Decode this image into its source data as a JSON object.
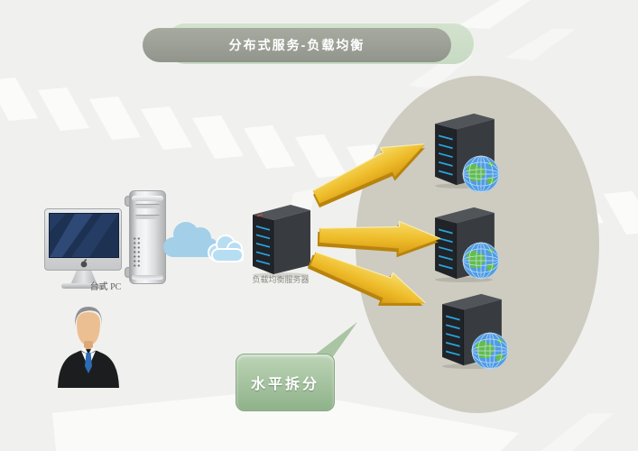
{
  "title": {
    "label": "分布式服务-负载均衡"
  },
  "diagram": {
    "pc_label": "台式 PC",
    "load_balancer_label": "负载均衡服务器",
    "bubble_label": "水平拆分",
    "backend_server_count": 3,
    "arrow_count": 3
  },
  "colors": {
    "background": "#f0f1ee",
    "stripe": "#fbfcfa",
    "ellipse": "#cecbc0",
    "title_pill": "#9b9f95",
    "title_pill_shadow": "#c7dac3",
    "title_text": "#ffffff",
    "bubble_top": "#bcd4b6",
    "bubble_bottom": "#8fb28a",
    "arrow_gold": "#eebc2a",
    "cloud_blue": "#a3cfe9",
    "server_led_blue": "#2aa3dc",
    "globe_water": "#4f9ce4",
    "globe_land": "#62bd4a"
  },
  "icons": {
    "cloud": "cloud-icon",
    "globe": "globe-icon",
    "server": "server-tower-icon",
    "desktop_pc": "desktop-pc-icon",
    "person": "businessman-icon",
    "apple": "apple-logo-icon",
    "arrow": "gold-arrow-icon"
  }
}
